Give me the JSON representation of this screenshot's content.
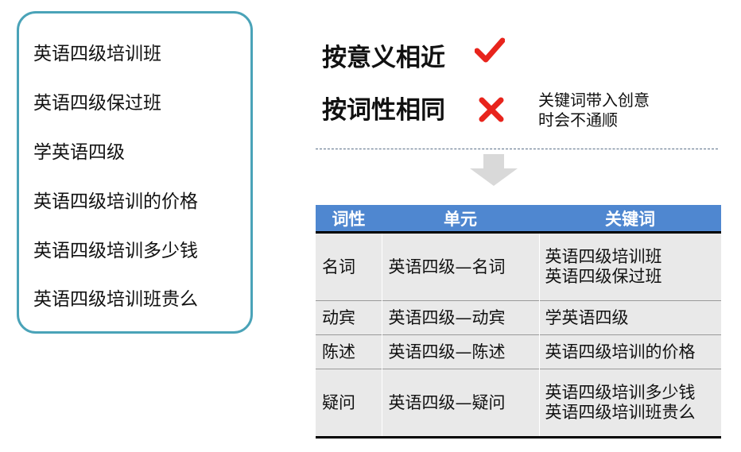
{
  "keyword_list": [
    "英语四级培训班",
    "英语四级保过班",
    "学英语四级",
    "英语四级培训的价格",
    "英语四级培训多少钱",
    "英语四级培训班贵么"
  ],
  "rules": {
    "meaning": {
      "label": "按意义相近",
      "mark": "check-icon",
      "mark_color": "#e8241c"
    },
    "pos": {
      "label": "按词性相同",
      "mark": "cross-icon",
      "mark_color": "#e8241c",
      "note": [
        "关键词带入创意",
        "时会不通顺"
      ]
    }
  },
  "table": {
    "headers": [
      "词性",
      "单元",
      "关键词"
    ],
    "rows": [
      {
        "pos": "名词",
        "unit": "英语四级—名词",
        "keywords": [
          "英语四级培训班",
          "英语四级保过班"
        ]
      },
      {
        "pos": "动宾",
        "unit": "英语四级—动宾",
        "keywords": [
          "学英语四级"
        ]
      },
      {
        "pos": "陈述",
        "unit": "英语四级—陈述",
        "keywords": [
          "英语四级培训的价格"
        ]
      },
      {
        "pos": "疑问",
        "unit": "英语四级—疑问",
        "keywords": [
          "英语四级培训多少钱",
          "英语四级培训班贵么"
        ]
      }
    ],
    "header_color": "#4f87d0",
    "cell_color": "#e9e9e9"
  },
  "colors": {
    "box_border": "#4aa3b8",
    "arrow": "#d9d9d9"
  }
}
